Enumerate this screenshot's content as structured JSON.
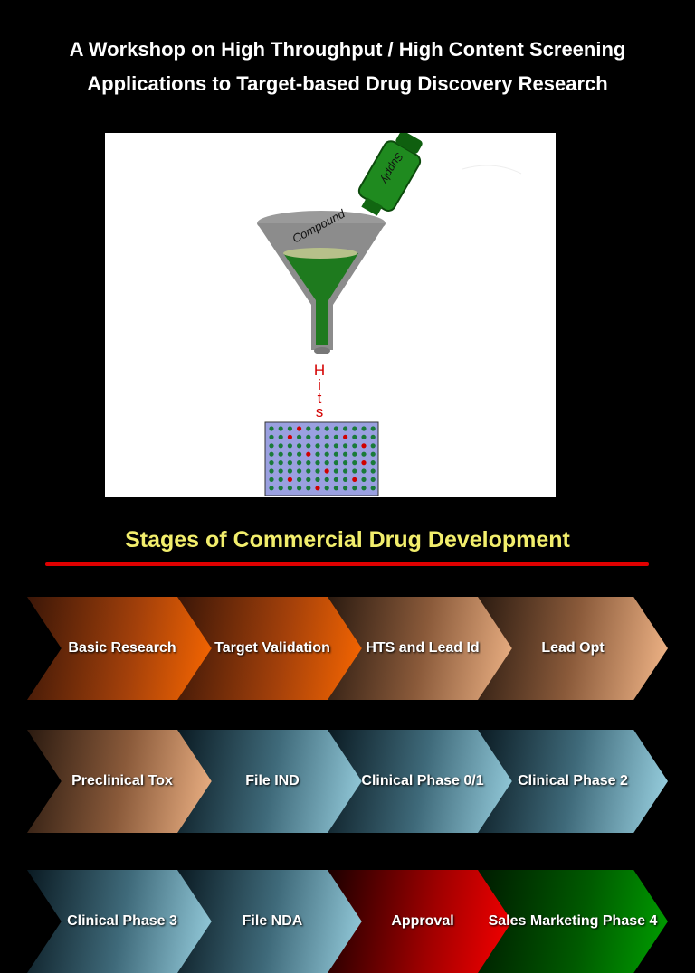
{
  "title": {
    "line1": "A Workshop on High Throughput / High Content Screening",
    "line2": "Applications to Target-based Drug Discovery Research"
  },
  "figure": {
    "bottle_text": "Supply",
    "funnel_text": "Compound",
    "hits_letters": [
      "H",
      "i",
      "t",
      "s"
    ]
  },
  "section": {
    "heading": "Stages of Commercial Drug Development"
  },
  "stages": [
    {
      "label": "Basic Research"
    },
    {
      "label": "Target Validation"
    },
    {
      "label": "HTS and Lead Id"
    },
    {
      "label": "Lead Opt"
    },
    {
      "label": "Preclinical Tox"
    },
    {
      "label": "File IND"
    },
    {
      "label": "Clinical Phase 0/1"
    },
    {
      "label": "Clinical Phase 2"
    },
    {
      "label": "Clinical Phase 3"
    },
    {
      "label": "File NDA"
    },
    {
      "label": "Approval"
    },
    {
      "label": "Sales Marketing Phase 4"
    }
  ],
  "colors": {
    "title": "#ffffff",
    "heading": "#f2ee6c",
    "rule": "#e00000",
    "funnel_liquid": "#1e7a1e",
    "hits_text": "#d40000",
    "plate": "#9aa0e0"
  }
}
